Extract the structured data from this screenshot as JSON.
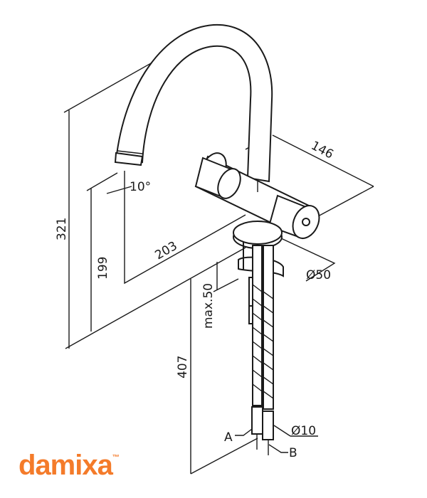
{
  "dimensions": {
    "height_total": "321",
    "height_spout": "199",
    "reach": "203",
    "angle": "10°",
    "body_length": "146",
    "diameter_base": "Ø50",
    "max_thickness": "max.50",
    "hose_length": "407",
    "hose_diameter": "Ø10"
  },
  "labels": {
    "a": "A",
    "b": "B"
  },
  "logo": {
    "text": "damixa",
    "trademark": "™",
    "color": "#f47b2a"
  }
}
